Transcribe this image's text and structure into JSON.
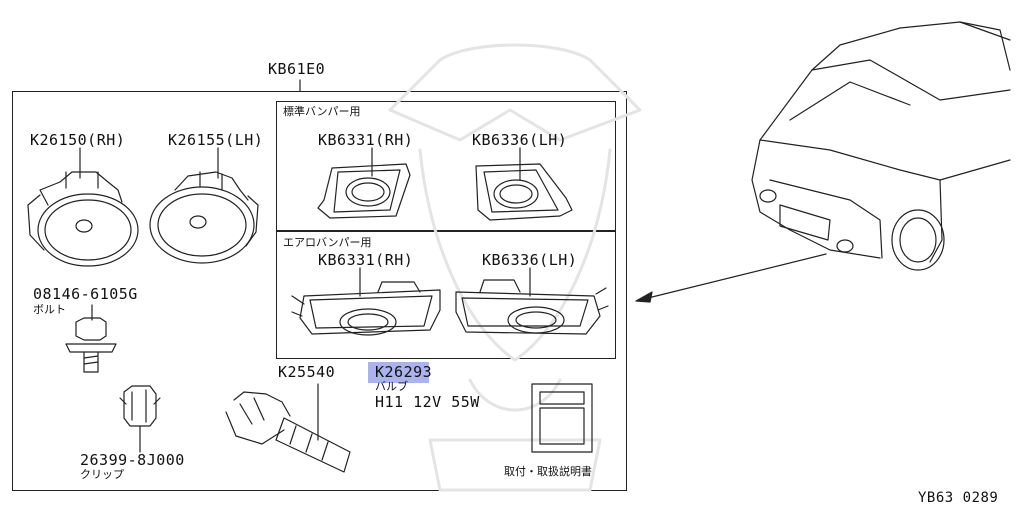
{
  "assembly_number": "KB61E0",
  "parts": {
    "k26150": "K26150(RH)",
    "k26155": "K26155(LH)",
    "bolt_number": "08146-6105G",
    "bolt_label": "ボルト",
    "clip_number": "26399-8J000",
    "clip_label": "クリップ",
    "harness_number": "K25540",
    "bulb_number": "K26293",
    "bulb_label": "バルブ",
    "bulb_spec": "H11 12V 55W"
  },
  "standard_bumper": {
    "heading": "標準バンパー用",
    "rh": "KB6331(RH)",
    "lh": "KB6336(LH)"
  },
  "aero_bumper": {
    "heading": "エアロバンパー用",
    "rh": "KB6331(RH)",
    "lh": "KB6336(LH)"
  },
  "manual_label": "取付・取扱説明書",
  "diagram_code": "YB63 0289",
  "highlight_color": "#8e9ae6"
}
